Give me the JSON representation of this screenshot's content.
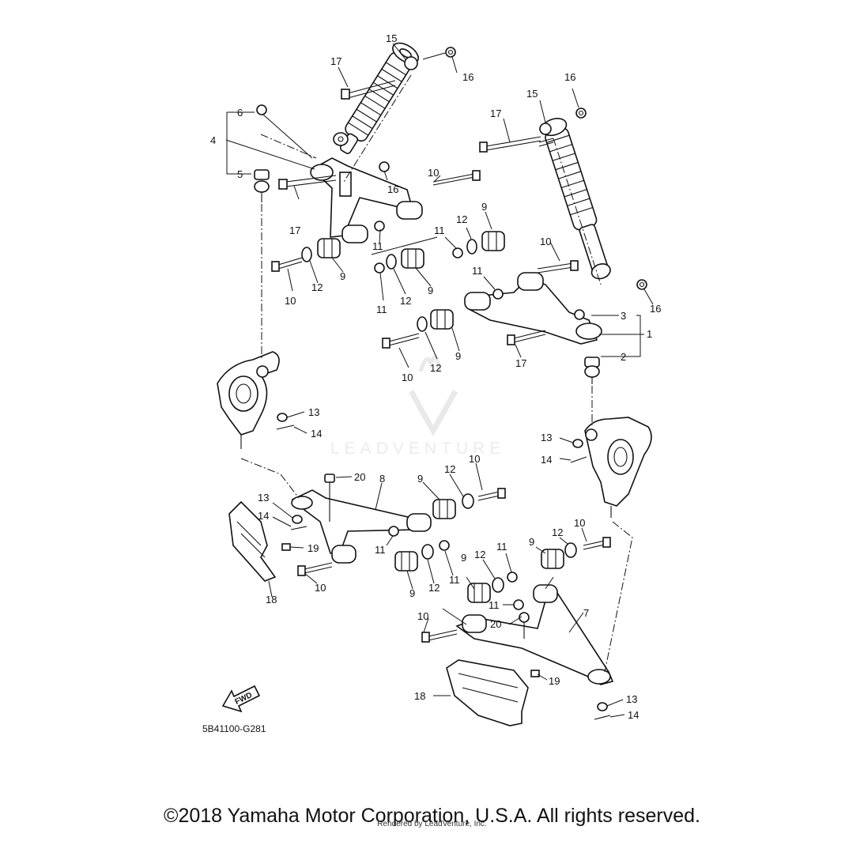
{
  "diagram": {
    "code": "5B41100-G281",
    "fwd_label": "FWD",
    "watermark": "LEADVENTURE",
    "copyright": "©2018 Yamaha Motor Corporation, U.S.A. All rights reserved.",
    "rendered_by": "Rendered by LeadVenture, Inc.",
    "callouts": [
      {
        "id": "c15a",
        "text": "15"
      },
      {
        "id": "c17a",
        "text": "17"
      },
      {
        "id": "c16a",
        "text": "16"
      },
      {
        "id": "c6",
        "text": "6"
      },
      {
        "id": "c4",
        "text": "4"
      },
      {
        "id": "c5",
        "text": "5"
      },
      {
        "id": "c16b",
        "text": "16"
      },
      {
        "id": "c17b",
        "text": "17"
      },
      {
        "id": "c10a",
        "text": "10"
      },
      {
        "id": "c11a",
        "text": "11"
      },
      {
        "id": "c12a",
        "text": "12"
      },
      {
        "id": "c9a",
        "text": "9"
      },
      {
        "id": "c10b",
        "text": "10"
      },
      {
        "id": "c12b",
        "text": "12"
      },
      {
        "id": "c9b",
        "text": "9"
      },
      {
        "id": "c11b",
        "text": "11"
      },
      {
        "id": "c12c",
        "text": "12"
      },
      {
        "id": "c9c",
        "text": "9"
      },
      {
        "id": "c11c",
        "text": "11"
      },
      {
        "id": "c16c",
        "text": "16"
      },
      {
        "id": "c15b",
        "text": "15"
      },
      {
        "id": "c17c",
        "text": "17"
      },
      {
        "id": "c10c",
        "text": "10"
      },
      {
        "id": "c11d",
        "text": "11"
      },
      {
        "id": "c12d",
        "text": "12"
      },
      {
        "id": "c9d",
        "text": "9"
      },
      {
        "id": "c10d",
        "text": "10"
      },
      {
        "id": "c11e",
        "text": "11"
      },
      {
        "id": "c16d",
        "text": "16"
      },
      {
        "id": "c3",
        "text": "3"
      },
      {
        "id": "c1",
        "text": "1"
      },
      {
        "id": "c17d",
        "text": "17"
      },
      {
        "id": "c2",
        "text": "2"
      },
      {
        "id": "c9e",
        "text": "9"
      },
      {
        "id": "c12e",
        "text": "12"
      },
      {
        "id": "c10e",
        "text": "10"
      },
      {
        "id": "c13a",
        "text": "13"
      },
      {
        "id": "c14a",
        "text": "14"
      },
      {
        "id": "c13b",
        "text": "13"
      },
      {
        "id": "c14b",
        "text": "14"
      },
      {
        "id": "c20a",
        "text": "20"
      },
      {
        "id": "c8",
        "text": "8"
      },
      {
        "id": "c9f",
        "text": "9"
      },
      {
        "id": "c12f",
        "text": "12"
      },
      {
        "id": "c10f",
        "text": "10"
      },
      {
        "id": "c13c",
        "text": "13"
      },
      {
        "id": "c14c",
        "text": "14"
      },
      {
        "id": "c19a",
        "text": "19"
      },
      {
        "id": "c11f",
        "text": "11"
      },
      {
        "id": "c10g",
        "text": "10"
      },
      {
        "id": "c18a",
        "text": "18"
      },
      {
        "id": "c9g",
        "text": "9"
      },
      {
        "id": "c12g",
        "text": "12"
      },
      {
        "id": "c11g",
        "text": "11"
      },
      {
        "id": "c9h",
        "text": "9"
      },
      {
        "id": "c12h",
        "text": "12"
      },
      {
        "id": "c11h",
        "text": "11"
      },
      {
        "id": "c9i",
        "text": "9"
      },
      {
        "id": "c12i",
        "text": "12"
      },
      {
        "id": "c10h",
        "text": "10"
      },
      {
        "id": "c11i",
        "text": "11"
      },
      {
        "id": "c20b",
        "text": "20"
      },
      {
        "id": "c7",
        "text": "7"
      },
      {
        "id": "c10i",
        "text": "10"
      },
      {
        "id": "c18b",
        "text": "18"
      },
      {
        "id": "c19b",
        "text": "19"
      },
      {
        "id": "c13d",
        "text": "13"
      },
      {
        "id": "c14d",
        "text": "14"
      }
    ]
  }
}
